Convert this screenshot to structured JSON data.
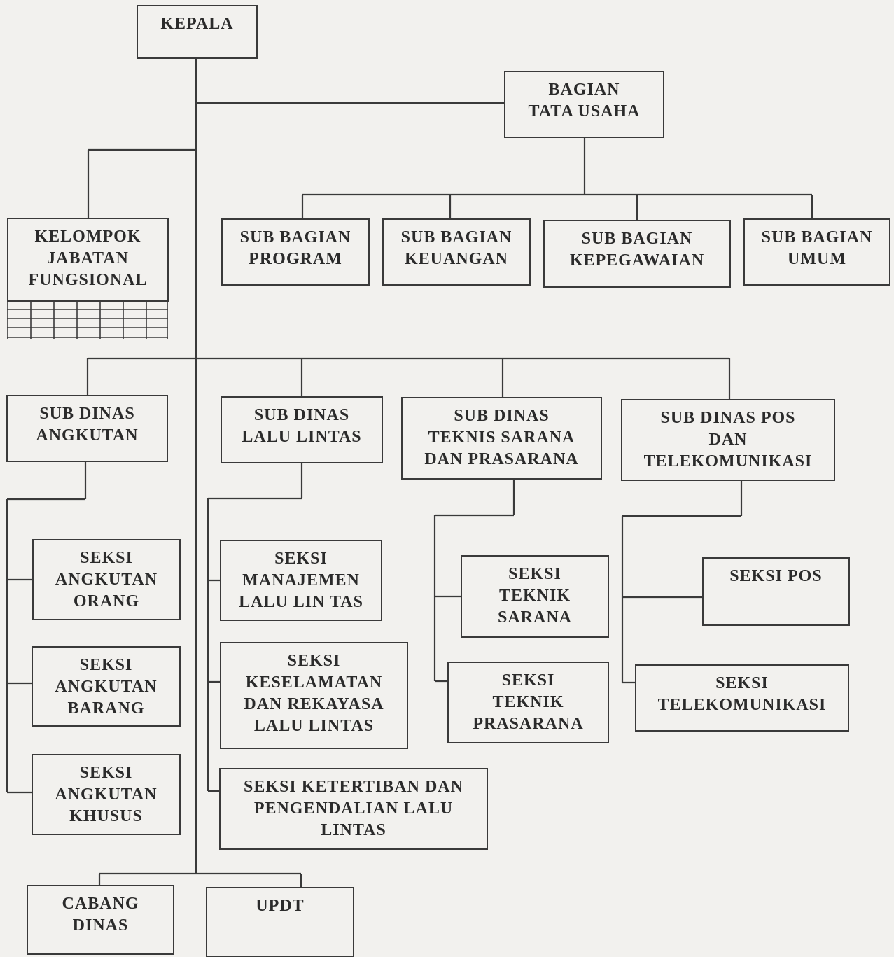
{
  "org": {
    "kepala": "KEPALA",
    "tata_usaha": "BAGIAN\nTATA USAHA",
    "kelompok": "KELOMPOK\nJABATAN\nFUNGSIONAL",
    "sb_program": "SUB BAGIAN\nPROGRAM",
    "sb_keuangan": "SUB BAGIAN\nKEUANGAN",
    "sb_kepegawaian": "SUB BAGIAN\nKEPEGAWAIAN",
    "sb_umum": "SUB BAGIAN\nUMUM",
    "sd_angkutan": "SUB DINAS\nANGKUTAN",
    "sd_lalu_lintas": "SUB DINAS\nLALU LINTAS",
    "sd_teknis": "SUB DINAS\nTEKNIS SARANA\nDAN PRASARANA",
    "sd_pos": "SUB DINAS POS\nDAN\nTELEKOMUNIKASI",
    "s_angkutan_orang": "SEKSI\nANGKUTAN\nORANG",
    "s_angkutan_barang": "SEKSI\nANGKUTAN\nBARANG",
    "s_angkutan_khusus": "SEKSI\nANGKUTAN\nKHUSUS",
    "s_manajemen": "SEKSI\nMANAJEMEN\nLALU LIN TAS",
    "s_keselamatan": "SEKSI\nKESELAMATAN\nDAN REKAYASA\nLALU LINTAS",
    "s_ketertiban": "SEKSI KETERTIBAN DAN\nPENGENDALIAN LALU\nLINTAS",
    "s_teknik_sarana": "SEKSI\nTEKNIK\nSARANA",
    "s_teknik_prasarana": "SEKSI\nTEKNIK\nPRASARANA",
    "s_pos": "SEKSI POS",
    "s_telekomunikasi": "SEKSI\nTELEKOMUNIKASI",
    "cabang_dinas": "CABANG\nDINAS",
    "updt": "UPDT"
  }
}
